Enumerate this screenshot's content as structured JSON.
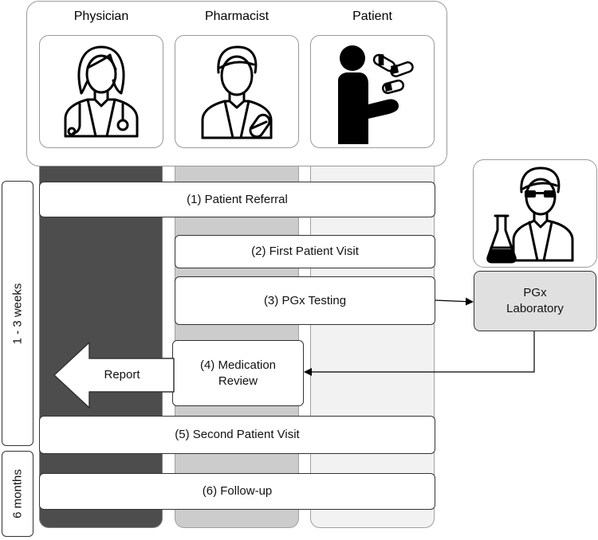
{
  "roles": {
    "physician": "Physician",
    "pharmacist": "Pharmacist",
    "patient": "Patient"
  },
  "steps": {
    "referral": "(1) Patient Referral",
    "first_visit": "(2) First Patient Visit",
    "pgx_testing": "(3) PGx Testing",
    "medication_review_line1": "(4) Medication",
    "medication_review_line2": "Review",
    "second_visit": "(5) Second Patient Visit",
    "follow_up": "(6) Follow-up"
  },
  "report_label": "Report",
  "laboratory": {
    "line1": "PGx",
    "line2": "Laboratory"
  },
  "timeline": {
    "phase1": "1 - 3 weeks",
    "phase2": "6 months"
  },
  "icons": {
    "physician": "female-doctor-icon",
    "pharmacist": "male-pharmacist-icon",
    "patient": "patient-pills-icon",
    "laboratory": "lab-scientist-icon"
  },
  "colors": {
    "physician_lane": "#4d4d4d",
    "pharmacist_lane": "#cccccc",
    "patient_lane": "#f2f2f2",
    "laboratory_box": "#e0e0e0"
  }
}
